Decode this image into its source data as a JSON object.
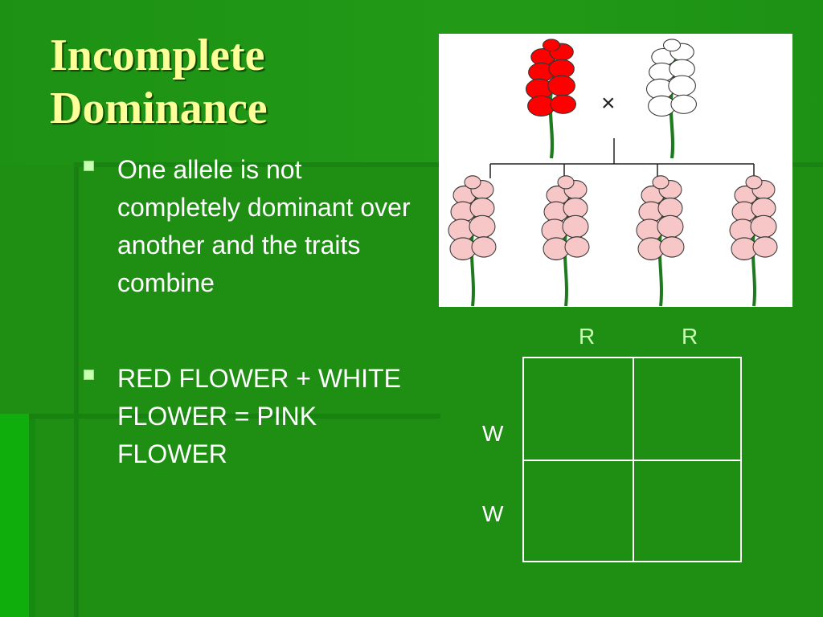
{
  "slide": {
    "title_line1": "Incomplete",
    "title_line2": "Dominance",
    "bullets": [
      "One allele is not completely dominant over another and the traits combine",
      "RED FLOWER + WHITE FLOWER = PINK FLOWER"
    ],
    "cross_symbol": "×",
    "punnett": {
      "column_alleles": [
        "R",
        "R"
      ],
      "row_alleles": [
        "W",
        "W"
      ]
    },
    "colors": {
      "background": "#1f8f14",
      "title": "#ffff99",
      "red_flower": "#ff0000",
      "white_flower": "#ffffff",
      "pink_flower": "#f7c6c6",
      "stem": "#1f7a1f"
    },
    "icons": [
      "square-bullet-icon",
      "snapdragon-flower-icon"
    ]
  }
}
